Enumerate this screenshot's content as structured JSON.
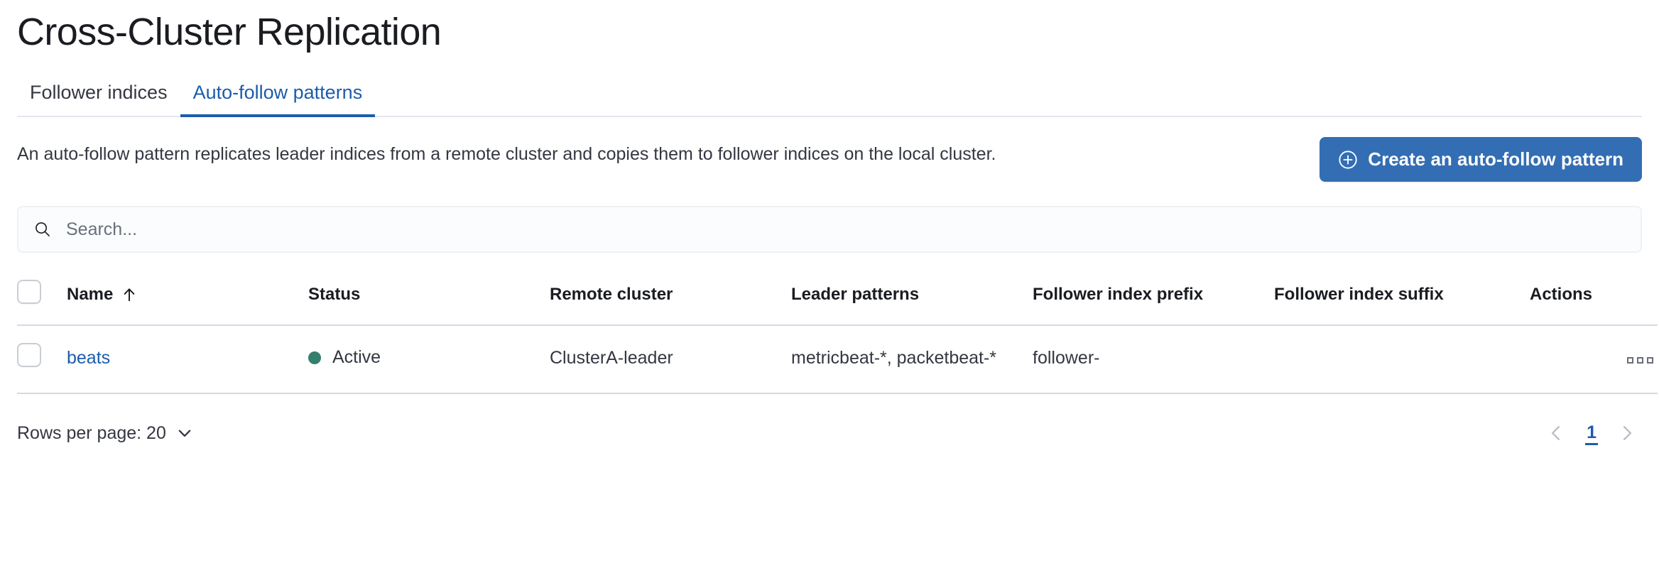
{
  "header": {
    "title": "Cross-Cluster Replication"
  },
  "tabs": [
    {
      "label": "Follower indices",
      "active": false,
      "name": "tab-follower-indices"
    },
    {
      "label": "Auto-follow patterns",
      "active": true,
      "name": "tab-auto-follow-patterns"
    }
  ],
  "intro": {
    "description": "An auto-follow pattern replicates leader indices from a remote cluster and copies them to follower indices on the local cluster.",
    "create_button_label": "Create an auto-follow pattern",
    "create_button_icon": "plus-in-circle-icon"
  },
  "search": {
    "placeholder": "Search...",
    "value": "",
    "icon": "search-icon"
  },
  "table": {
    "columns": [
      {
        "key": "select",
        "label": ""
      },
      {
        "key": "name",
        "label": "Name",
        "sorted": "asc",
        "sort_icon": "sort-up-arrow-icon"
      },
      {
        "key": "status",
        "label": "Status"
      },
      {
        "key": "remote",
        "label": "Remote cluster"
      },
      {
        "key": "leader",
        "label": "Leader patterns"
      },
      {
        "key": "prefix",
        "label": "Follower index prefix"
      },
      {
        "key": "suffix",
        "label": "Follower index suffix"
      },
      {
        "key": "actions",
        "label": "Actions"
      }
    ],
    "rows": [
      {
        "name": "beats",
        "status": "Active",
        "status_color": "#357f6f",
        "remote_cluster": "ClusterA-leader",
        "leader_patterns": "metricbeat-*, packetbeat-*",
        "follower_index_prefix": "follower-",
        "follower_index_suffix": "",
        "actions_icon": "ellipsis-horizontal-icon"
      }
    ]
  },
  "footer": {
    "rows_per_page_label": "Rows per page: 20",
    "rows_per_page_value": "20",
    "pagination": {
      "prev_icon": "chevron-left-icon",
      "next_icon": "chevron-right-icon",
      "current_page": "1"
    }
  },
  "colors": {
    "accent": "#1c5cad",
    "primary_button": "#336eb4",
    "success": "#357f6f",
    "border": "#d3dae6",
    "text": "#343741"
  }
}
